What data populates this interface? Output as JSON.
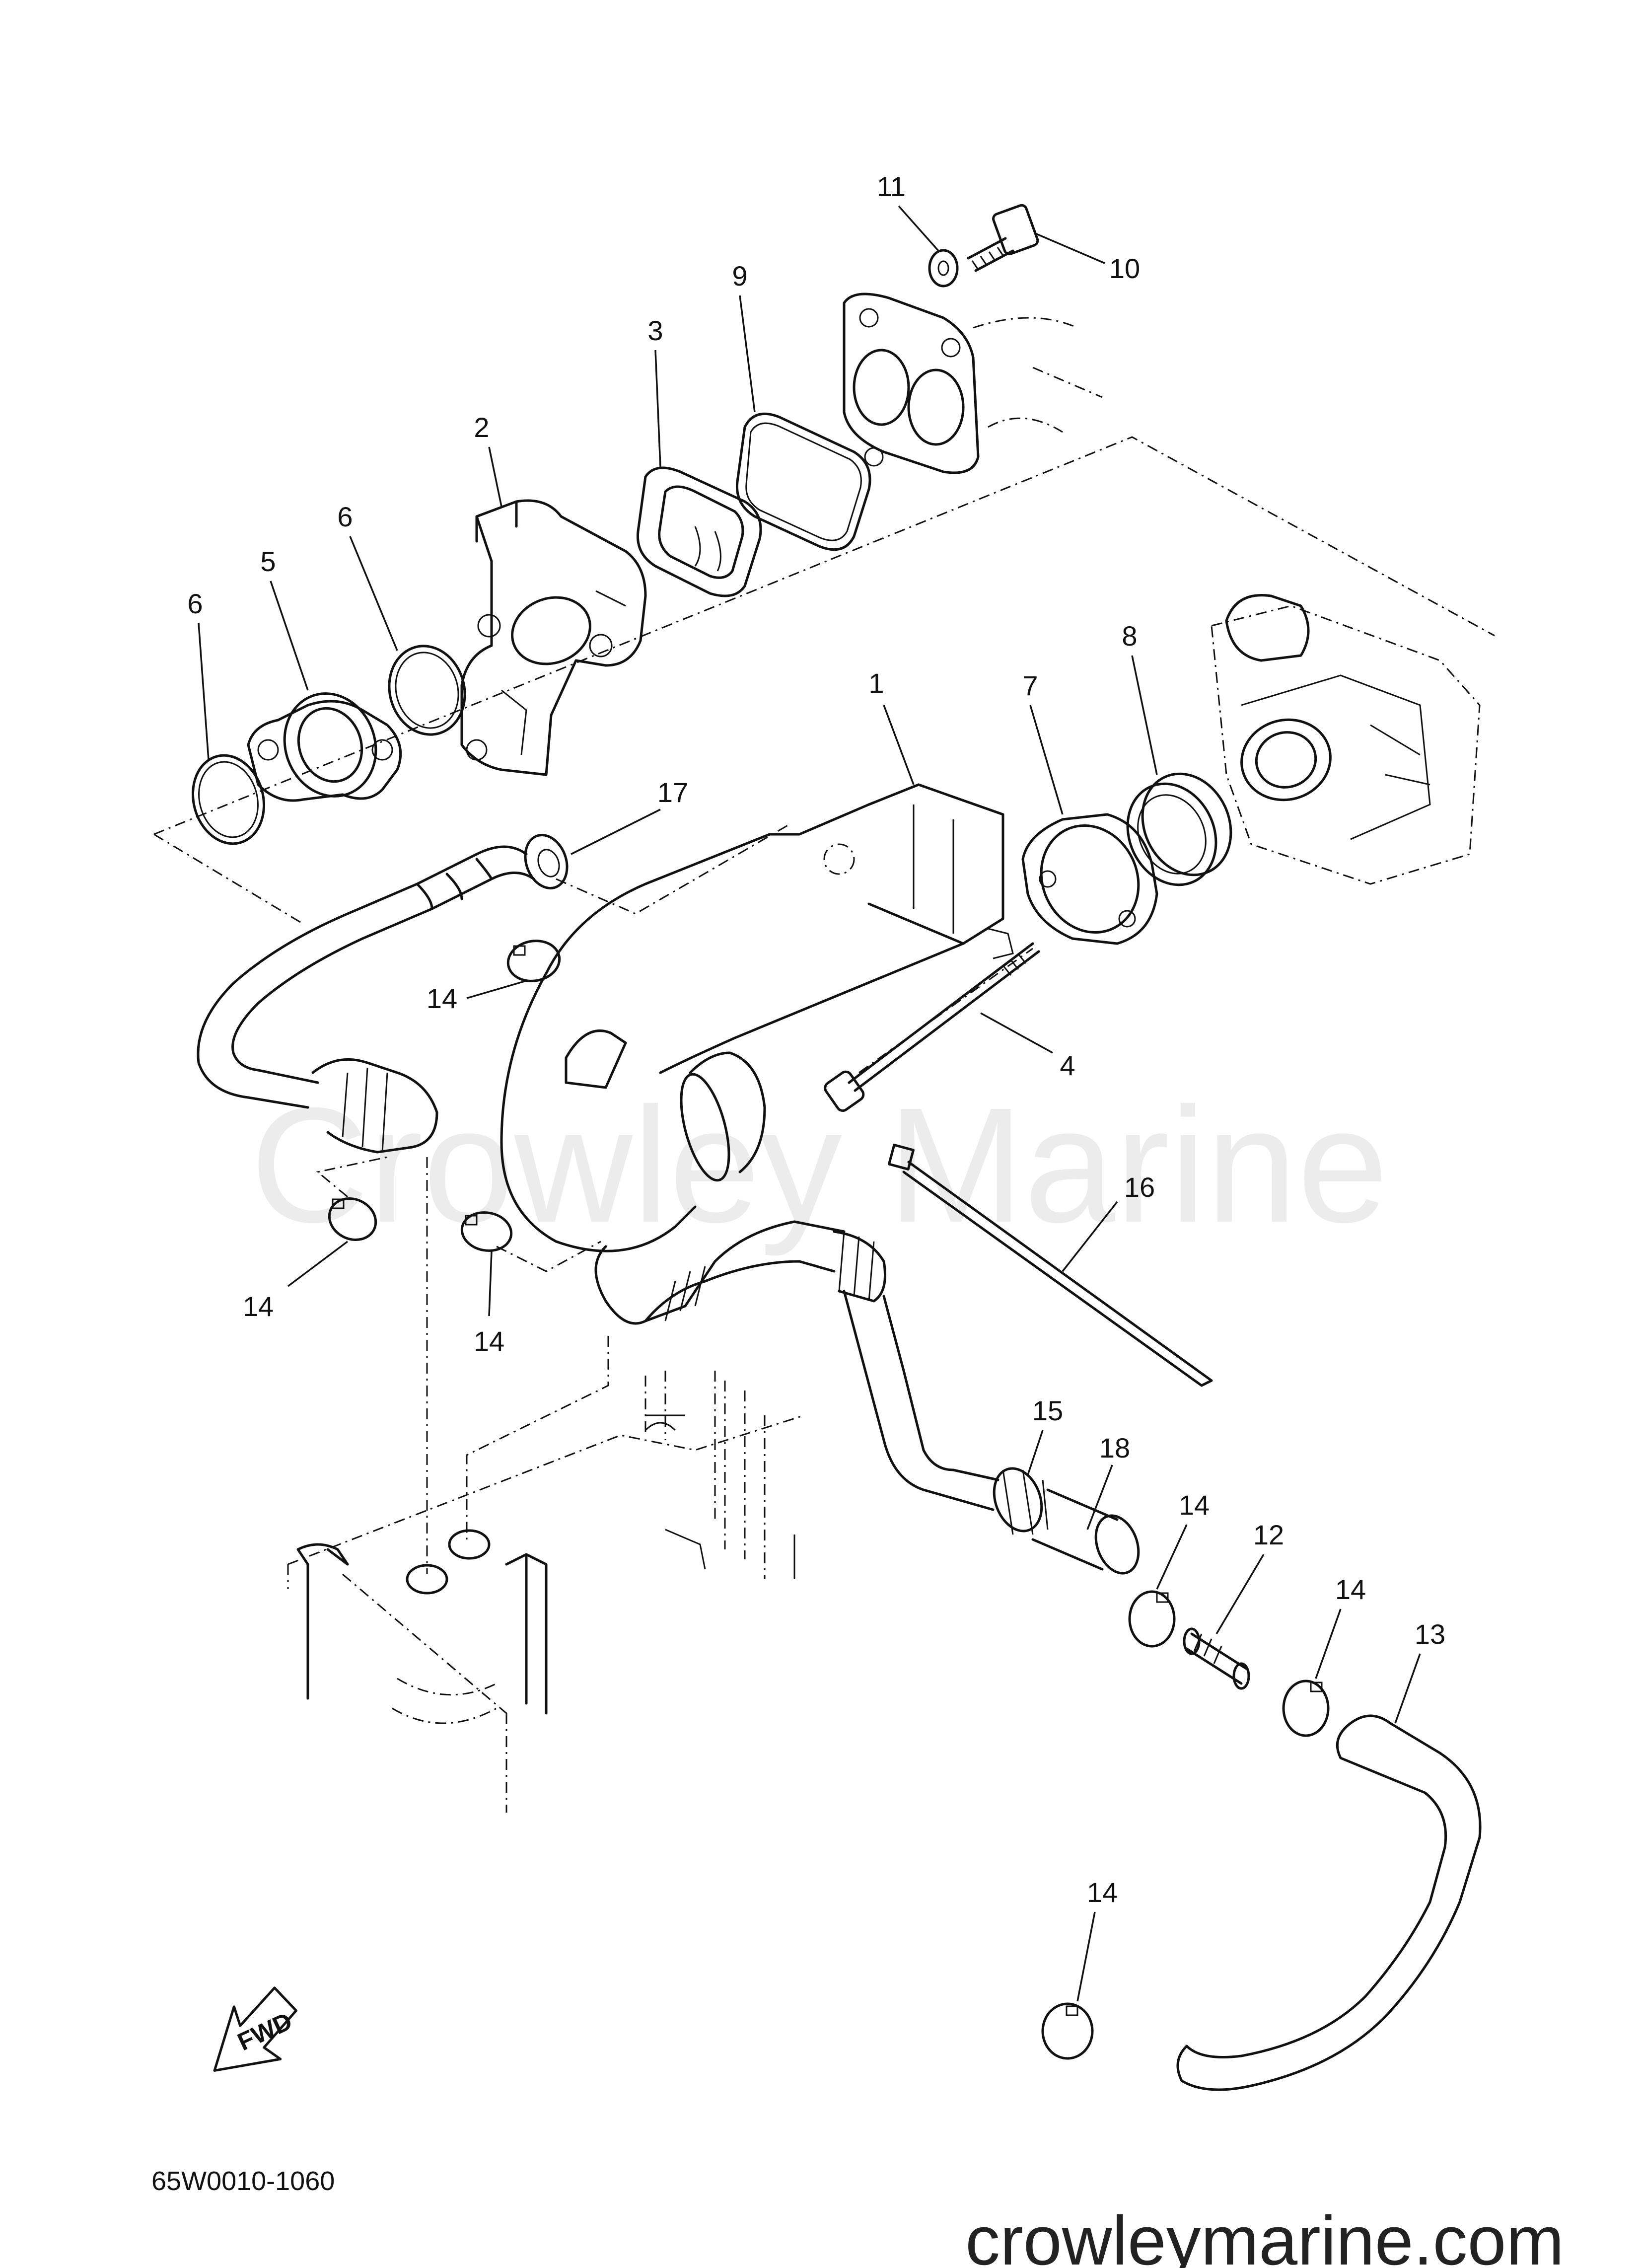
{
  "watermark": "Crowley Marine",
  "website": "crowleymarine.com",
  "diagram_code": "65W0010-1060",
  "fwd_label": "FWD",
  "callouts": [
    "1",
    "2",
    "3",
    "4",
    "5",
    "6",
    "6",
    "7",
    "8",
    "9",
    "10",
    "11",
    "12",
    "13",
    "14",
    "14",
    "14",
    "14",
    "14",
    "14",
    "15",
    "16",
    "17",
    "18"
  ]
}
